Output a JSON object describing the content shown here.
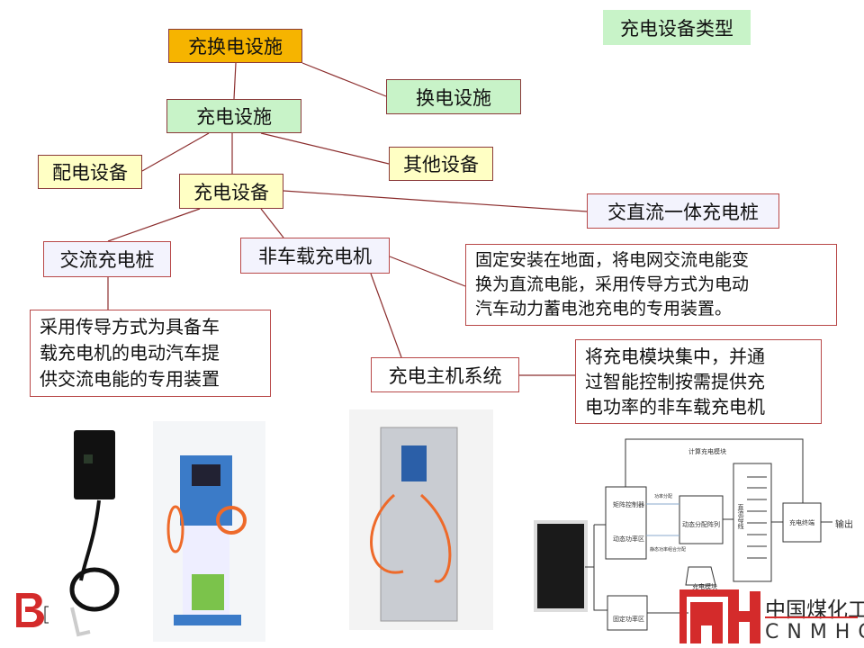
{
  "title_badge": "充电设备类型",
  "nodes": {
    "root": "充换电设施",
    "swap": "换电设施",
    "charge_facility": "充电设施",
    "distribution": "配电设备",
    "other": "其他设备",
    "charge_equipment": "充电设备",
    "acdc": "交直流一体充电桩",
    "ac_pile": "交流充电桩",
    "offboard": "非车载充电机",
    "host_system": "充电主机系统"
  },
  "notes": {
    "offboard": [
      "固定安装在地面，将电网交流电能变",
      "换为直流电能，采用传导方式为电动",
      "汽车动力蓄电池充电的专用装置。"
    ],
    "ac_pile": [
      "采用传导方式为具备车",
      "载充电机的电动汽车提",
      "供交流电能的专用装置"
    ],
    "host_system": [
      "将充电模块集中，并通",
      "过智能控制按需提供充",
      "电功率的非车载充电机"
    ]
  },
  "diagram": {
    "top": "计算充电模块",
    "matrix": "矩阵控制器",
    "dynamic_zone": "动态功率区",
    "dist": "动态分配阵列",
    "bus": "直流母线",
    "terminal": "充电终端",
    "output": "输出",
    "module": "充电模块",
    "fixed_zone": "固定功率区",
    "l1": "功率分配",
    "l2": "静态功率组合分配"
  },
  "logo": {
    "cn": "中国煤化工",
    "en": "CNMHG"
  },
  "colors": {
    "line": "#8b2d2d",
    "green": "#c8f3c8",
    "yellow": "#ffffc4",
    "orange": "#f6b400"
  }
}
